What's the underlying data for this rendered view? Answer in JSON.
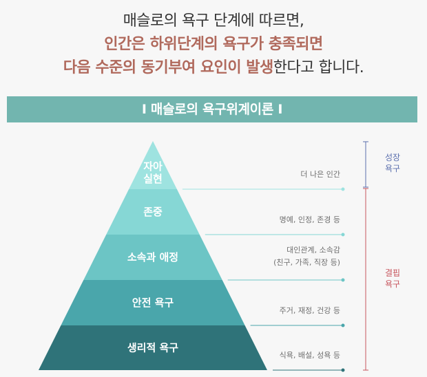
{
  "intro": {
    "line1": "매슬로의 욕구 단계에 따르면,",
    "line2": "인간은 하위단계의 욕구가 충족되면",
    "line3_accent": "다음 수준의 동기부여 요인이 발생",
    "line3_rest": "한다고 합니다."
  },
  "banner": {
    "title": "I 매슬로의 욕구위계이론 I"
  },
  "pyramid": {
    "tiers": [
      {
        "label_lines": [
          "자아",
          "실현"
        ],
        "color": "#9ee3e0",
        "description_lines": [
          "더 나은 인간"
        ]
      },
      {
        "label_lines": [
          "존중"
        ],
        "color": "#86d7d5",
        "description_lines": [
          "명예, 인정, 존경 등"
        ]
      },
      {
        "label_lines": [
          "소속과 애정"
        ],
        "color": "#6cc5c5",
        "description_lines": [
          "대인관계, 소속감",
          "(친구, 가족, 직장 등)"
        ]
      },
      {
        "label_lines": [
          "안전 욕구"
        ],
        "color": "#4aa6ab",
        "description_lines": [
          "주거, 재정, 건강 등"
        ]
      },
      {
        "label_lines": [
          "생리적 욕구"
        ],
        "color": "#2f7379",
        "description_lines": [
          "식욕, 배설, 성욕 등"
        ]
      }
    ]
  },
  "side_groups": {
    "growth": {
      "label_lines": [
        "성장",
        "욕구"
      ],
      "color": "#5b6fae"
    },
    "deficit": {
      "label_lines": [
        "결핍",
        "욕구"
      ],
      "color": "#c7555d"
    }
  }
}
